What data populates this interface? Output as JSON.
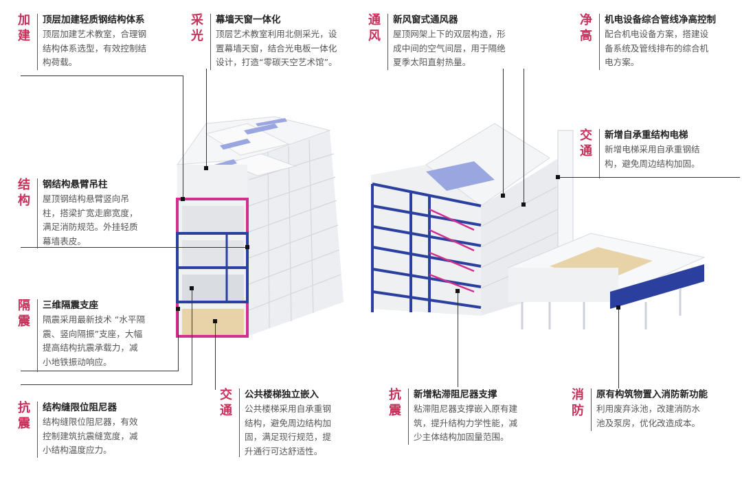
{
  "annotations": [
    {
      "id": "top-steel",
      "tag": [
        "加",
        "建"
      ],
      "title": "顶层加建轻质钢结构体系",
      "lines": [
        "顶层加建艺术教室，合理钢",
        "结构体系选型，有效控制结",
        "构荷载。"
      ]
    },
    {
      "id": "daylight",
      "tag": [
        "采",
        "光"
      ],
      "title": "幕墙天窗一体化",
      "lines": [
        "顶层艺术教室利用北侧采光，设",
        "置幕墙天窗，结合光电板一体化",
        "设计，打造“零碳天空艺术馆”。"
      ]
    },
    {
      "id": "cantilever",
      "tag": [
        "结",
        "构"
      ],
      "title": "钢结构悬臂吊柱",
      "lines": [
        "屋顶钢结构悬臂竖向吊",
        "柱，搭梁扩宽走廊宽度，",
        "满足消防规范。外挂轻质",
        "幕墙表皮。"
      ]
    },
    {
      "id": "isolation",
      "tag": [
        "隔",
        "震"
      ],
      "title": "三维隔震支座",
      "lines": [
        "隔震采用最新技术 “水平隔",
        "震、竖向隔振”支座，大幅",
        "提高结构抗震承载力，减",
        "小地铁振动响应。"
      ]
    },
    {
      "id": "joint-damper",
      "tag": [
        "抗",
        "震"
      ],
      "title": "结构缝限位阻尼器",
      "lines": [
        "结构缝限位阻尼器，有效",
        "控制建筑抗震缝宽度，减",
        "小结构温度应力。"
      ]
    },
    {
      "id": "stair",
      "tag": [
        "交",
        "通"
      ],
      "title": "公共楼梯独立嵌入",
      "lines": [
        "公共楼梯采用自承重钢",
        "结构，避免周边结构加",
        "固，满足现行规范，提",
        "升通行可达舒适性。"
      ]
    },
    {
      "id": "ventilation",
      "tag": [
        "通",
        "风"
      ],
      "title": "新风窗式通风器",
      "lines": [
        "屋顶网架上下的双层构造，形",
        "成中间的空气间层，用于隔绝",
        "夏季太阳直射热量。"
      ]
    },
    {
      "id": "clear-height",
      "tag": [
        "净",
        "高"
      ],
      "title": "机电设备综合管线净高控制",
      "lines": [
        "配合机电设备方案，搭建设",
        "备系统及管线排布的综合机",
        "电方案。"
      ]
    },
    {
      "id": "elevator",
      "tag": [
        "交",
        "通"
      ],
      "title": "新增自承重结构电梯",
      "lines": [
        "新增电梯采用自承重钢结",
        "构，避免周边结构加固。"
      ]
    },
    {
      "id": "viscous-damper",
      "tag": [
        "抗",
        "震"
      ],
      "title": "新增粘滞阻尼器支撑",
      "lines": [
        "粘滞阻尼器支撑嵌入原有建",
        "筑，提升结构力学性能，减",
        "少主体结构加固量范围。"
      ]
    },
    {
      "id": "fire",
      "tag": [
        "消",
        "防"
      ],
      "title": "原有构筑物置入消防新功能",
      "lines": [
        "利用废弃泳池，改建消防水",
        "池及泵房，优化改造成本。"
      ]
    }
  ],
  "colors": {
    "accent": "#c8305a",
    "steel_blue": "#2b3f9e",
    "magenta": "#d0308c",
    "solar": "#9aa6e0",
    "wood": "#e8d3a8"
  }
}
